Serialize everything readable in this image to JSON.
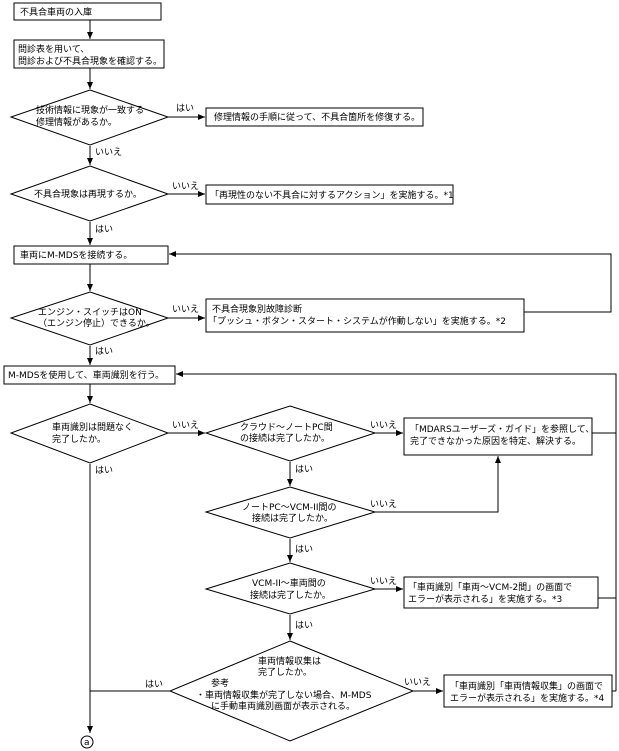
{
  "nodes": {
    "start": "不具合車両の入庫",
    "interview1": "問診表を用いて、",
    "interview2": "問診および不具合現象を確認する。",
    "q_match1": "技術情報に現象が一致する",
    "q_match2": "修理情報があるか。",
    "repair": "修理情報の手順に従って、不具合箇所を修復する。",
    "q_repro": "不具合現象は再現するか。",
    "non_repro": "「再現性のない不具合に対するアクション」を実施する。*1",
    "connect": "車両にM-MDSを接続する。",
    "q_engine1": "エンジン・スイッチはON",
    "q_engine2": "（エンジン停止）できるか。",
    "engine_diag1": "不具合現象別故障診断",
    "engine_diag2": "「プッシュ・ボタン・スタート・システムが作動しない」を実施する。*2",
    "identify": "M-MDSを使用して、車両識別を行う。",
    "q_ident1": "車両識別は問題なく",
    "q_ident2": "完了したか。",
    "q_cloud1": "クラウド～ノートPC間",
    "q_cloud2": "の接続は完了したか。",
    "guide1": "「MDARSユーザーズ・ガイド」を参照して、",
    "guide2": "完了できなかった原因を特定、解決する。",
    "q_pc1": "ノートPC～VCM-II間の",
    "q_pc2": "接続は完了したか。",
    "q_vcm1": "VCM-II～車両間の",
    "q_vcm2": "接続は完了したか。",
    "vcm_err1": "「車両識別「車両～VCM-2間」の画面で",
    "vcm_err2": "エラーが表示される」を実施する。*3",
    "q_info1": "車両情報収集は",
    "q_info2": "完了したか。",
    "ref_title": "参考",
    "ref1": "・車両情報収集が完了しない場合、M-MDS",
    "ref2": "に手動車両識別画面が表示される。",
    "info_err1": "「車両識別「車両情報収集」の画面で",
    "info_err2": "エラーが表示される」を実施する。*4",
    "connector": "a"
  },
  "labels": {
    "yes": "はい",
    "no": "いいえ"
  }
}
